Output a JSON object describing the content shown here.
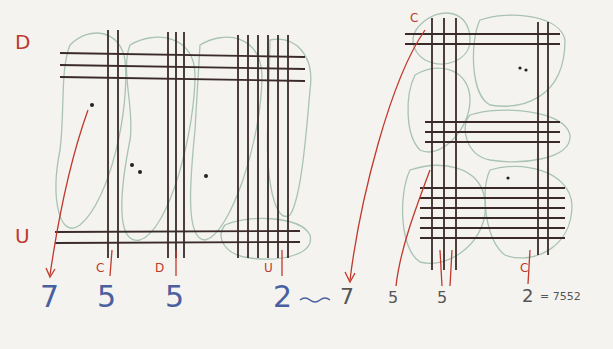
{
  "diagram": {
    "labels": [
      "D",
      "U",
      "7",
      "5",
      "5",
      "2",
      "7",
      "5",
      "5",
      "2",
      "= 7552",
      "C",
      "D",
      "U",
      "C",
      "C"
    ]
  }
}
